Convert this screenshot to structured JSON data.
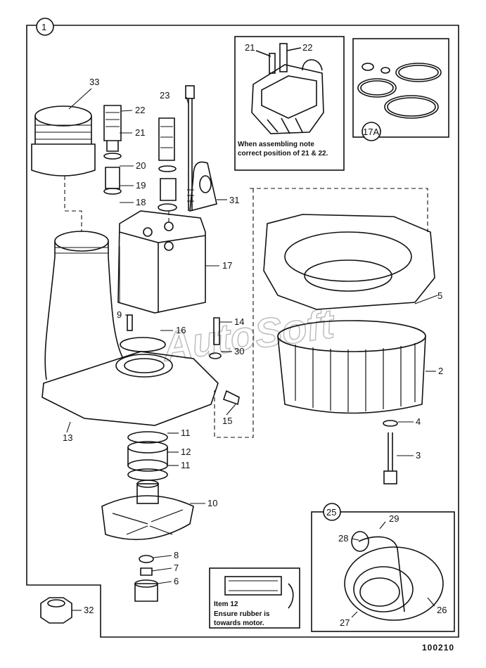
{
  "group_label": "1",
  "figure_code": "100210",
  "watermark": "AutoSoft",
  "callouts": {
    "c2": "2",
    "c3": "3",
    "c4": "4",
    "c5": "5",
    "c6": "6",
    "c7": "7",
    "c8": "8",
    "c9": "9",
    "c10": "10",
    "c11a": "11",
    "c11b": "11",
    "c12": "12",
    "c13": "13",
    "c14": "14",
    "c15": "15",
    "c16": "16",
    "c17": "17",
    "c18": "18",
    "c19": "19",
    "c20": "20",
    "c21": "21",
    "c22": "22",
    "c23": "23",
    "c30": "30",
    "c31": "31",
    "c32": "32",
    "c33": "33",
    "c25_26": "26",
    "c25_27": "27",
    "c25_28": "28",
    "c25_29": "29"
  },
  "inset_assembly": {
    "label_21": "21",
    "label_22": "22",
    "note_line1": "When assembling note",
    "note_line2": "correct position of 21 & 22."
  },
  "inset_17a": {
    "label": "17A"
  },
  "inset_item12": {
    "line1": "Item 12",
    "line2": "Ensure rubber is",
    "line3": "towards motor."
  },
  "inset_hose": {
    "label": "25"
  }
}
